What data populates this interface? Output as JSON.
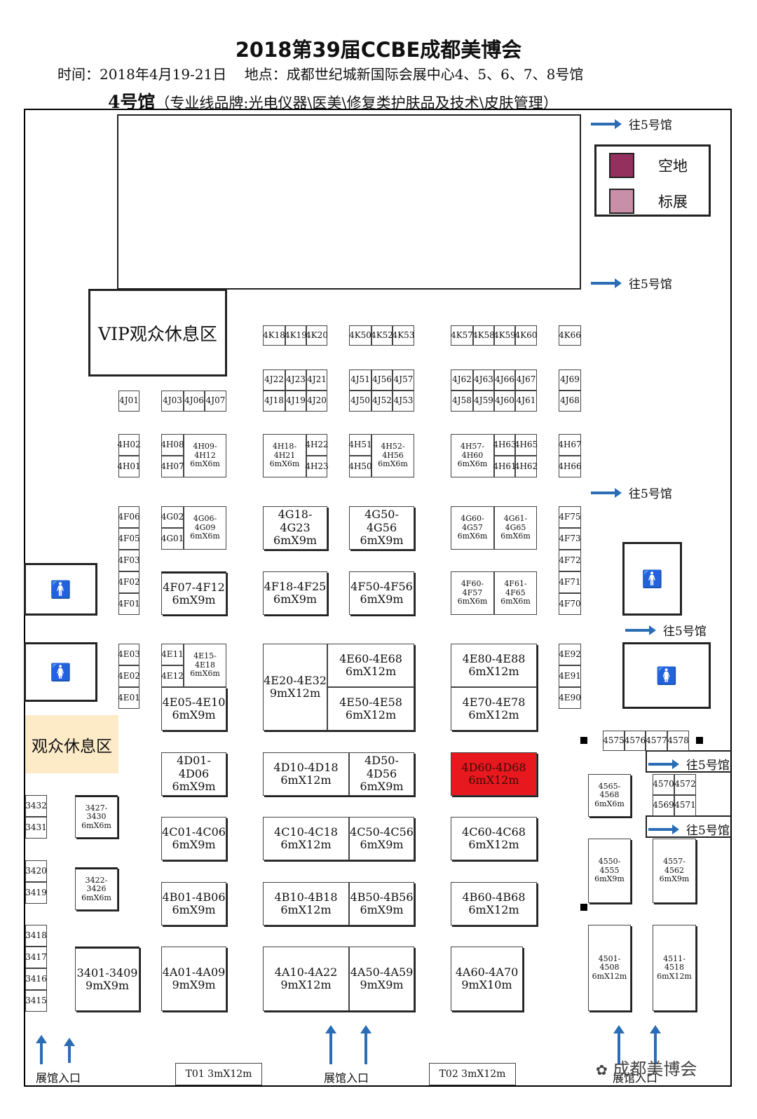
{
  "header": {
    "title": "2018第39届CCBE成都美博会",
    "subtitle": "时间：2018年4月19-21日    地点：成都世纪城新国际会展中心4、5、6、7、8号馆",
    "hall_number": "4号馆",
    "hall_desc": "（专业线品牌:光电仪器\\医美\\修复类护肤品及技术\\皮肤管理）"
  },
  "legend": {
    "items": [
      {
        "label": "空地",
        "color": "#93305e"
      },
      {
        "label": "标展",
        "color": "#c98fa8"
      }
    ]
  },
  "directions": {
    "to_hall5": "往5号馆"
  },
  "areas": {
    "vip_rest": "VIP观众休息区",
    "audience_rest": "观众休息区",
    "entrance": "展馆入口",
    "highlight_color": "#e8191e",
    "rest_color": "#fdebc8",
    "arrow_color": "#2a6db5"
  },
  "booths": {
    "k1": [
      "4K18",
      "4K19",
      "4K20"
    ],
    "k2": [
      "4K50",
      "4K52",
      "4K53"
    ],
    "k3": [
      "4K57",
      "4K58",
      "4K59",
      "4K60"
    ],
    "k4": "4K66",
    "j1": [
      "4J22",
      "4J23",
      "4J21",
      "4J18",
      "4J19",
      "4J20"
    ],
    "j2": [
      "4J51",
      "4J56",
      "4J57",
      "4J50",
      "4J52",
      "4J53"
    ],
    "j3": [
      "4J62",
      "4J63",
      "4J66",
      "4J67",
      "4J58",
      "4J59",
      "4J60",
      "4J61"
    ],
    "j4": [
      "4J69",
      "4J68"
    ],
    "j01": "4J01",
    "j03": [
      "4J03",
      "4J06",
      "4J07"
    ],
    "h1": [
      "4H02",
      "4H01"
    ],
    "h2": [
      "4H08",
      "4H07",
      "4H09-",
      "4H12",
      "6mX6m"
    ],
    "h3": [
      "4H18-",
      "4H21",
      "6mX6m",
      "4H22",
      "4H23"
    ],
    "h4": [
      "4H51",
      "4H50",
      "4H52-",
      "4H56",
      "6mX6m"
    ],
    "h5": [
      "4H57-",
      "4H60",
      "6mX6m",
      "4H63",
      "4H65",
      "4H61",
      "4H62"
    ],
    "h6": [
      "4H67",
      "4H66"
    ],
    "f_left": [
      "4F06",
      "4F05",
      "4F03",
      "4F02",
      "4F01"
    ],
    "g1": [
      "4G02",
      "4G01",
      "4G06-",
      "4G09",
      "6mX6m"
    ],
    "g18": [
      "4G18-4G23",
      "6mX9m"
    ],
    "g50": [
      "4G50-4G56",
      "6mX9m"
    ],
    "g60": [
      "4G60-",
      "4G57",
      "6mX6m"
    ],
    "g61": [
      "4G61-",
      "4G65",
      "6mX6m"
    ],
    "f_right": [
      "4F75",
      "4F73",
      "4F72",
      "4F71",
      "4F70"
    ],
    "f07": [
      "4F07-4F12",
      "6mX9m"
    ],
    "f18": [
      "4F18-4F25",
      "6mX9m"
    ],
    "f50": [
      "4F50-4F56",
      "6mX9m"
    ],
    "f60": [
      "4F60-",
      "4F57",
      "6mX6m"
    ],
    "f61": [
      "4F61-",
      "4F65",
      "6mX6m"
    ],
    "e_left": [
      "4E03",
      "4E02",
      "4E01"
    ],
    "e11": [
      "4E11",
      "4E12",
      "4E15-",
      "4E18",
      "6mX6m"
    ],
    "e05": [
      "4E05-4E10",
      "6mX9m"
    ],
    "e20": [
      "4E20-4E32",
      "9mX12m"
    ],
    "e60": [
      "4E60-4E68",
      "6mX12m"
    ],
    "e50": [
      "4E50-4E58",
      "6mX12m"
    ],
    "e80": [
      "4E80-4E88",
      "6mX12m"
    ],
    "e70": [
      "4E70-4E78",
      "6mX12m"
    ],
    "e_right": [
      "4E92",
      "4E91",
      "4E90"
    ],
    "d01": [
      "4D01-4D06",
      "6mX9m"
    ],
    "d10": [
      "4D10-4D18",
      "6mX12m"
    ],
    "d50": [
      "4D50-4D56",
      "6mX9m"
    ],
    "d60": [
      "4D60-4D68",
      "6mX12m"
    ],
    "c01": [
      "4C01-4C06",
      "6mX9m"
    ],
    "c10": [
      "4C10-4C18",
      "6mX12m"
    ],
    "c50": [
      "4C50-4C56",
      "6mX9m"
    ],
    "c60": [
      "4C60-4C68",
      "6mX12m"
    ],
    "b01": [
      "4B01-4B06",
      "6mX9m"
    ],
    "b10": [
      "4B10-4B18",
      "6mX12m"
    ],
    "b50": [
      "4B50-4B56",
      "6mX9m"
    ],
    "b60": [
      "4B60-4B68",
      "6mX12m"
    ],
    "a01": [
      "4A01-4A09",
      "9mX9m"
    ],
    "a10": [
      "4A10-4A22",
      "9mX12m"
    ],
    "a50": [
      "4A50-4A59",
      "9mX9m"
    ],
    "a60": [
      "4A60-4A70",
      "9mX10m"
    ],
    "h3_left": [
      "3432",
      "3431",
      "3420",
      "3419",
      "3418",
      "3417",
      "3416",
      "3415"
    ],
    "b3427": [
      "3427-",
      "3430",
      "6mX6m"
    ],
    "b3422": [
      "3422-",
      "3426",
      "6mX6m"
    ],
    "b3401": [
      "3401-3409",
      "9mX9m"
    ],
    "h5_top": [
      "4575",
      "4576",
      "4577",
      "4578"
    ],
    "b4565": [
      "4565-",
      "4568",
      "6mX6m"
    ],
    "h5_small": [
      "4570",
      "4572",
      "4569",
      "4571"
    ],
    "b4550": [
      "4550-",
      "4555",
      "6mX9m"
    ],
    "b4557": [
      "4557-",
      "4562",
      "6mX9m"
    ],
    "b4501": [
      "4501-",
      "4508",
      "6mX12m"
    ],
    "b4511": [
      "4511-",
      "4518",
      "6mX12m"
    ],
    "t01": "T01  3mX12m",
    "t02": "T02  3mX12m"
  },
  "watermark": "成都美博会"
}
